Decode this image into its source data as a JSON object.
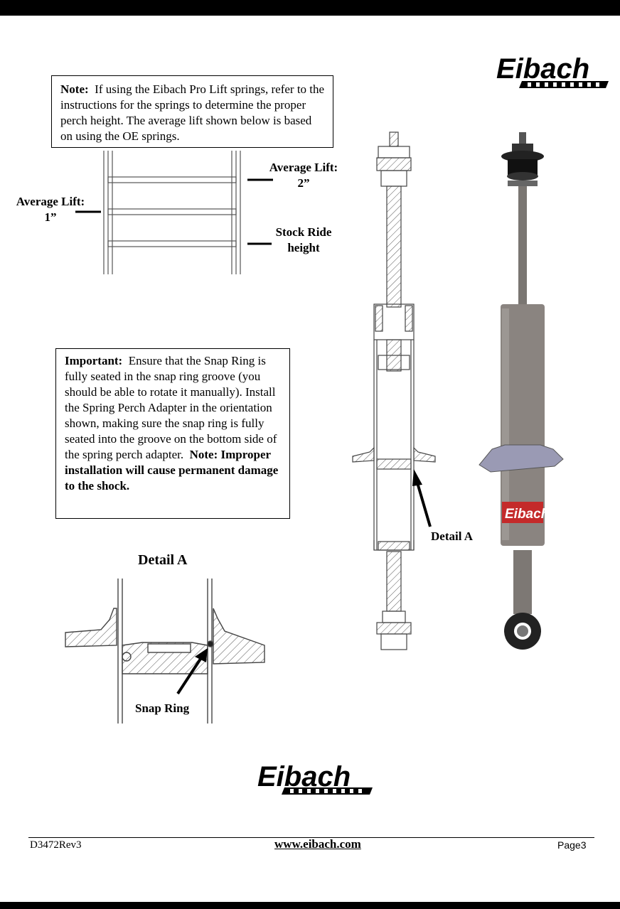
{
  "note": {
    "label": "Note:",
    "text": "If using the Eibach Pro Lift springs, refer to the instructions for the springs to determine the proper perch height.  The average lift shown below is based on using the OE springs."
  },
  "lift_labels": {
    "avg2_line1": "Average Lift:",
    "avg2_line2": "2”",
    "avg1_line1": "Average Lift:",
    "avg1_line2": "1”",
    "stock_line1": "Stock Ride",
    "stock_line2": "height"
  },
  "important": {
    "label": "Important:",
    "text": "Ensure that the Snap Ring is fully seated in the snap ring groove (you should be able to rotate it manually).  Install the Spring Perch Adapter in the orientation shown, making sure the snap ring is fully seated into the groove on the bottom side of the spring perch adapter.",
    "note_label": "Note:",
    "warning": "Improper installation will cause permanent damage to the shock."
  },
  "detail_a_pointer": "Detail A",
  "detail_a_title": "Detail A",
  "snap_ring_label": "Snap Ring",
  "brand": "Eibach",
  "footer": {
    "doc_id": "D3472Rev3",
    "website": "www.eibach.com",
    "page": "Page3"
  },
  "colors": {
    "shock_body": "#8a8480",
    "perch": "#9a9ab4",
    "brand_red": "#c42a2a"
  }
}
